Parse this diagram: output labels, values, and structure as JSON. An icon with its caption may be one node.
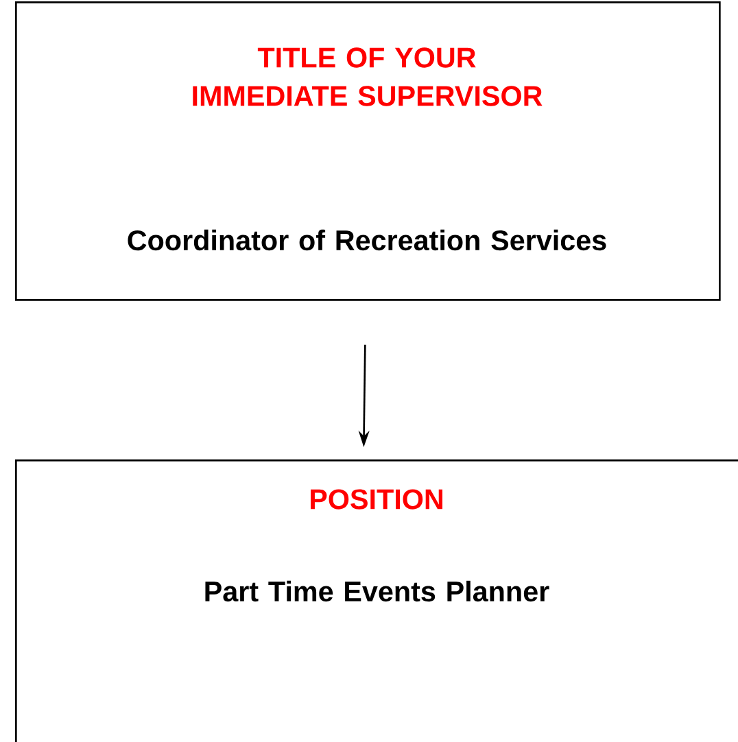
{
  "diagram": {
    "nodes": [
      {
        "text": [
          "TITLE OF YOUR IMMEDIATE SUPERVISOR",
          "Coordinator of Recreation Services"
        ]
      },
      {
        "text": [
          "POSITION",
          "Part Time Events Planner"
        ]
      }
    ],
    "edges": [
      {
        "from": 0,
        "to": 1,
        "arrow": "to"
      }
    ]
  }
}
